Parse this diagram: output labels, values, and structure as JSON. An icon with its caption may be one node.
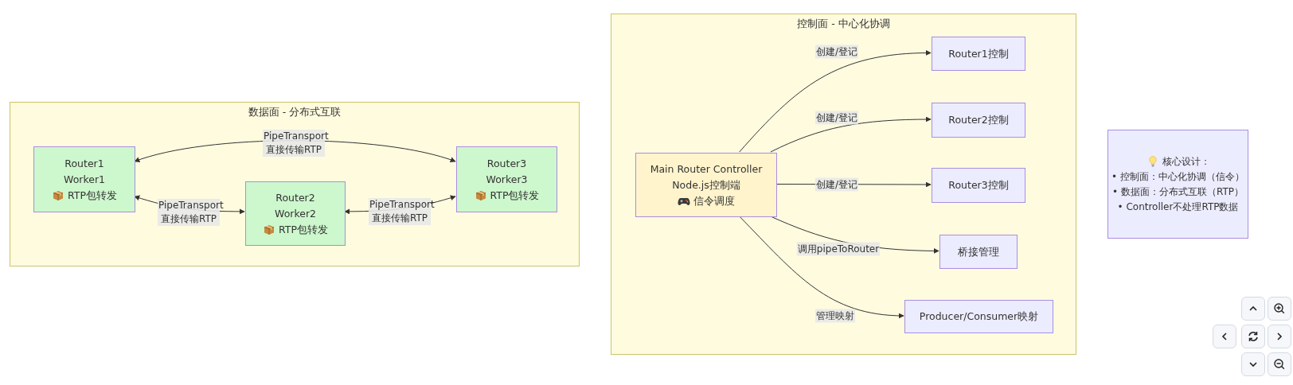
{
  "diagram": {
    "nodes": [
      {
        "text": [
          "数据面 - 分布式互联"
        ]
      },
      {
        "text": [
          "Router1",
          "Worker1",
          "RTP包转发"
        ],
        "in": 0
      },
      {
        "text": [
          "Router2",
          "Worker2",
          "RTP包转发"
        ],
        "in": 0
      },
      {
        "text": [
          "Router3",
          "Worker3",
          "RTP包转发"
        ],
        "in": 0
      },
      {
        "text": [
          "控制面 - 中心化协调"
        ]
      },
      {
        "text": [
          "Main Router Controller",
          "Node.js控制端",
          "信令调度"
        ],
        "in": 4
      },
      {
        "text": [
          "Router1控制"
        ],
        "in": 4
      },
      {
        "text": [
          "Router2控制"
        ],
        "in": 4
      },
      {
        "text": [
          "Router3控制"
        ],
        "in": 4
      },
      {
        "text": [
          "桥接管理"
        ],
        "in": 4
      },
      {
        "text": [
          "Producer/Consumer映射"
        ],
        "in": 4
      },
      {
        "text": [
          "核心设计：",
          "• 控制面：中心化协调（信令）",
          "• 数据面：分布式互联（RTP）",
          "• Controller不处理RTP数据"
        ]
      }
    ],
    "edges": [
      {
        "from": 1,
        "to": 3,
        "arrow": "both",
        "label": "PipeTransport 直接传输RTP"
      },
      {
        "from": 1,
        "to": 2,
        "arrow": "both",
        "label": "PipeTransport 直接传输RTP"
      },
      {
        "from": 2,
        "to": 3,
        "arrow": "both",
        "label": "PipeTransport 直接传输RTP"
      },
      {
        "from": 5,
        "to": 6,
        "arrow": "to",
        "label": "创建/登记"
      },
      {
        "from": 5,
        "to": 7,
        "arrow": "to",
        "label": "创建/登记"
      },
      {
        "from": 5,
        "to": 8,
        "arrow": "to",
        "label": "创建/登记"
      },
      {
        "from": 5,
        "to": 9,
        "arrow": "to",
        "label": "调用pipeToRouter"
      },
      {
        "from": 5,
        "to": 10,
        "arrow": "to",
        "label": "管理映射"
      }
    ]
  }
}
